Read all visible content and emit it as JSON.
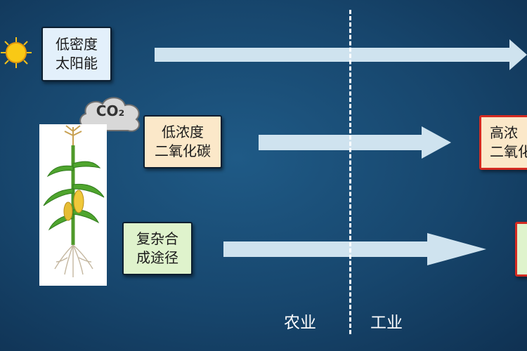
{
  "inputs": {
    "solar": {
      "line1": "低密度",
      "line2": "太阳能"
    },
    "co2": {
      "line1": "低浓度",
      "line2": "二氧化碳"
    },
    "pathway": {
      "line1": "复杂合",
      "line2": "成途径"
    }
  },
  "outputs": {
    "co2_high": {
      "line1": "高浓",
      "line2": "二氧化"
    }
  },
  "co2_cloud": {
    "label": "CO₂"
  },
  "sections": {
    "left": "农业",
    "right": "工业"
  },
  "colors": {
    "background": "#17466d",
    "arrow": "#cfe3ef",
    "highlight_border": "#d42a21"
  }
}
